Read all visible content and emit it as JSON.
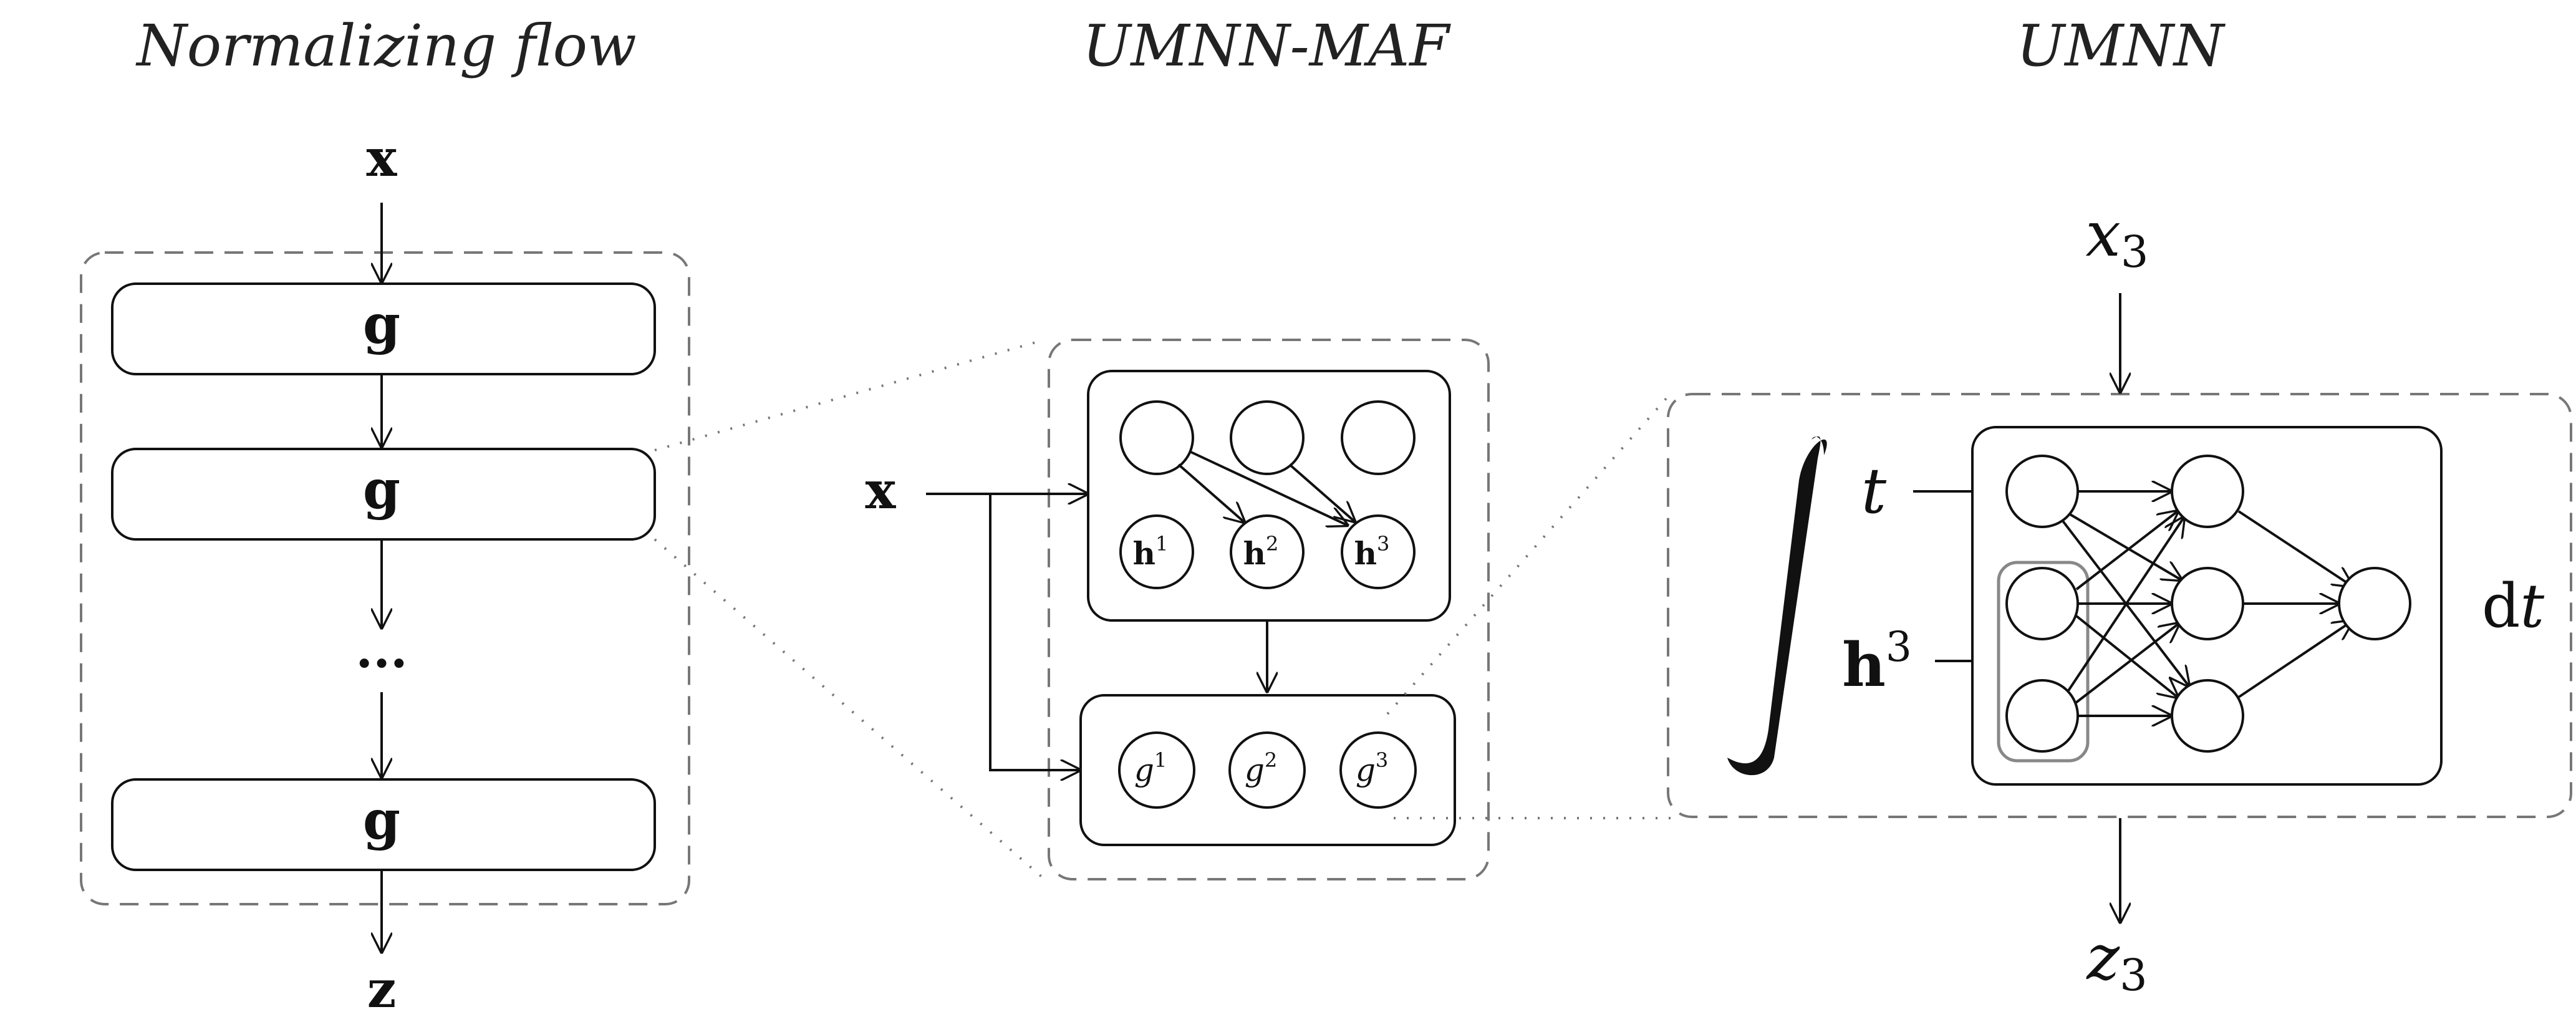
{
  "titles": {
    "normalizing_flow": "Normalizing flow",
    "umnn_maf": "UMNN-MAF",
    "umnn": "UMNN"
  },
  "flow": {
    "input": "x",
    "block": "g",
    "ellipsis": "...",
    "output": "z"
  },
  "maf": {
    "input": "x",
    "h_base": "h",
    "g_base": "g",
    "sup": [
      "1",
      "2",
      "3"
    ]
  },
  "umnn": {
    "input_base": "x",
    "input_sub": "3",
    "output_base": "z",
    "output_sub": "3",
    "integral": "∫",
    "t_label": "t",
    "h_base": "h",
    "h_sup": "3",
    "d_label": "d",
    "dt_var": "t"
  }
}
